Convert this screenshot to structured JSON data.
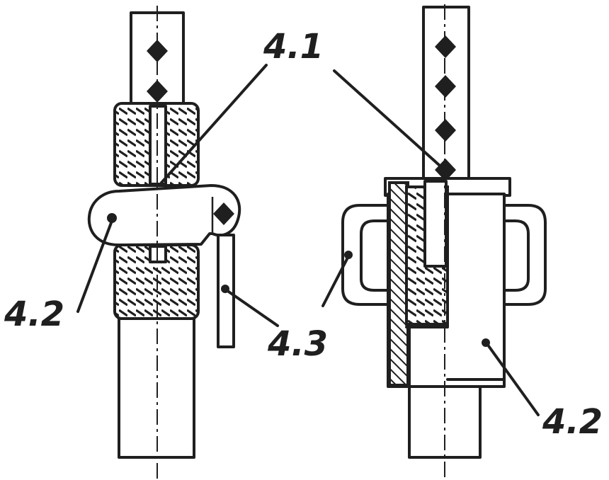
{
  "labels": {
    "top_center": "4.1",
    "left_lower": "4.2",
    "center_lower": "4.3",
    "right_lower": "4.2"
  },
  "colors": {
    "ink": "#1f1f1f",
    "paper": "#ffffff"
  }
}
